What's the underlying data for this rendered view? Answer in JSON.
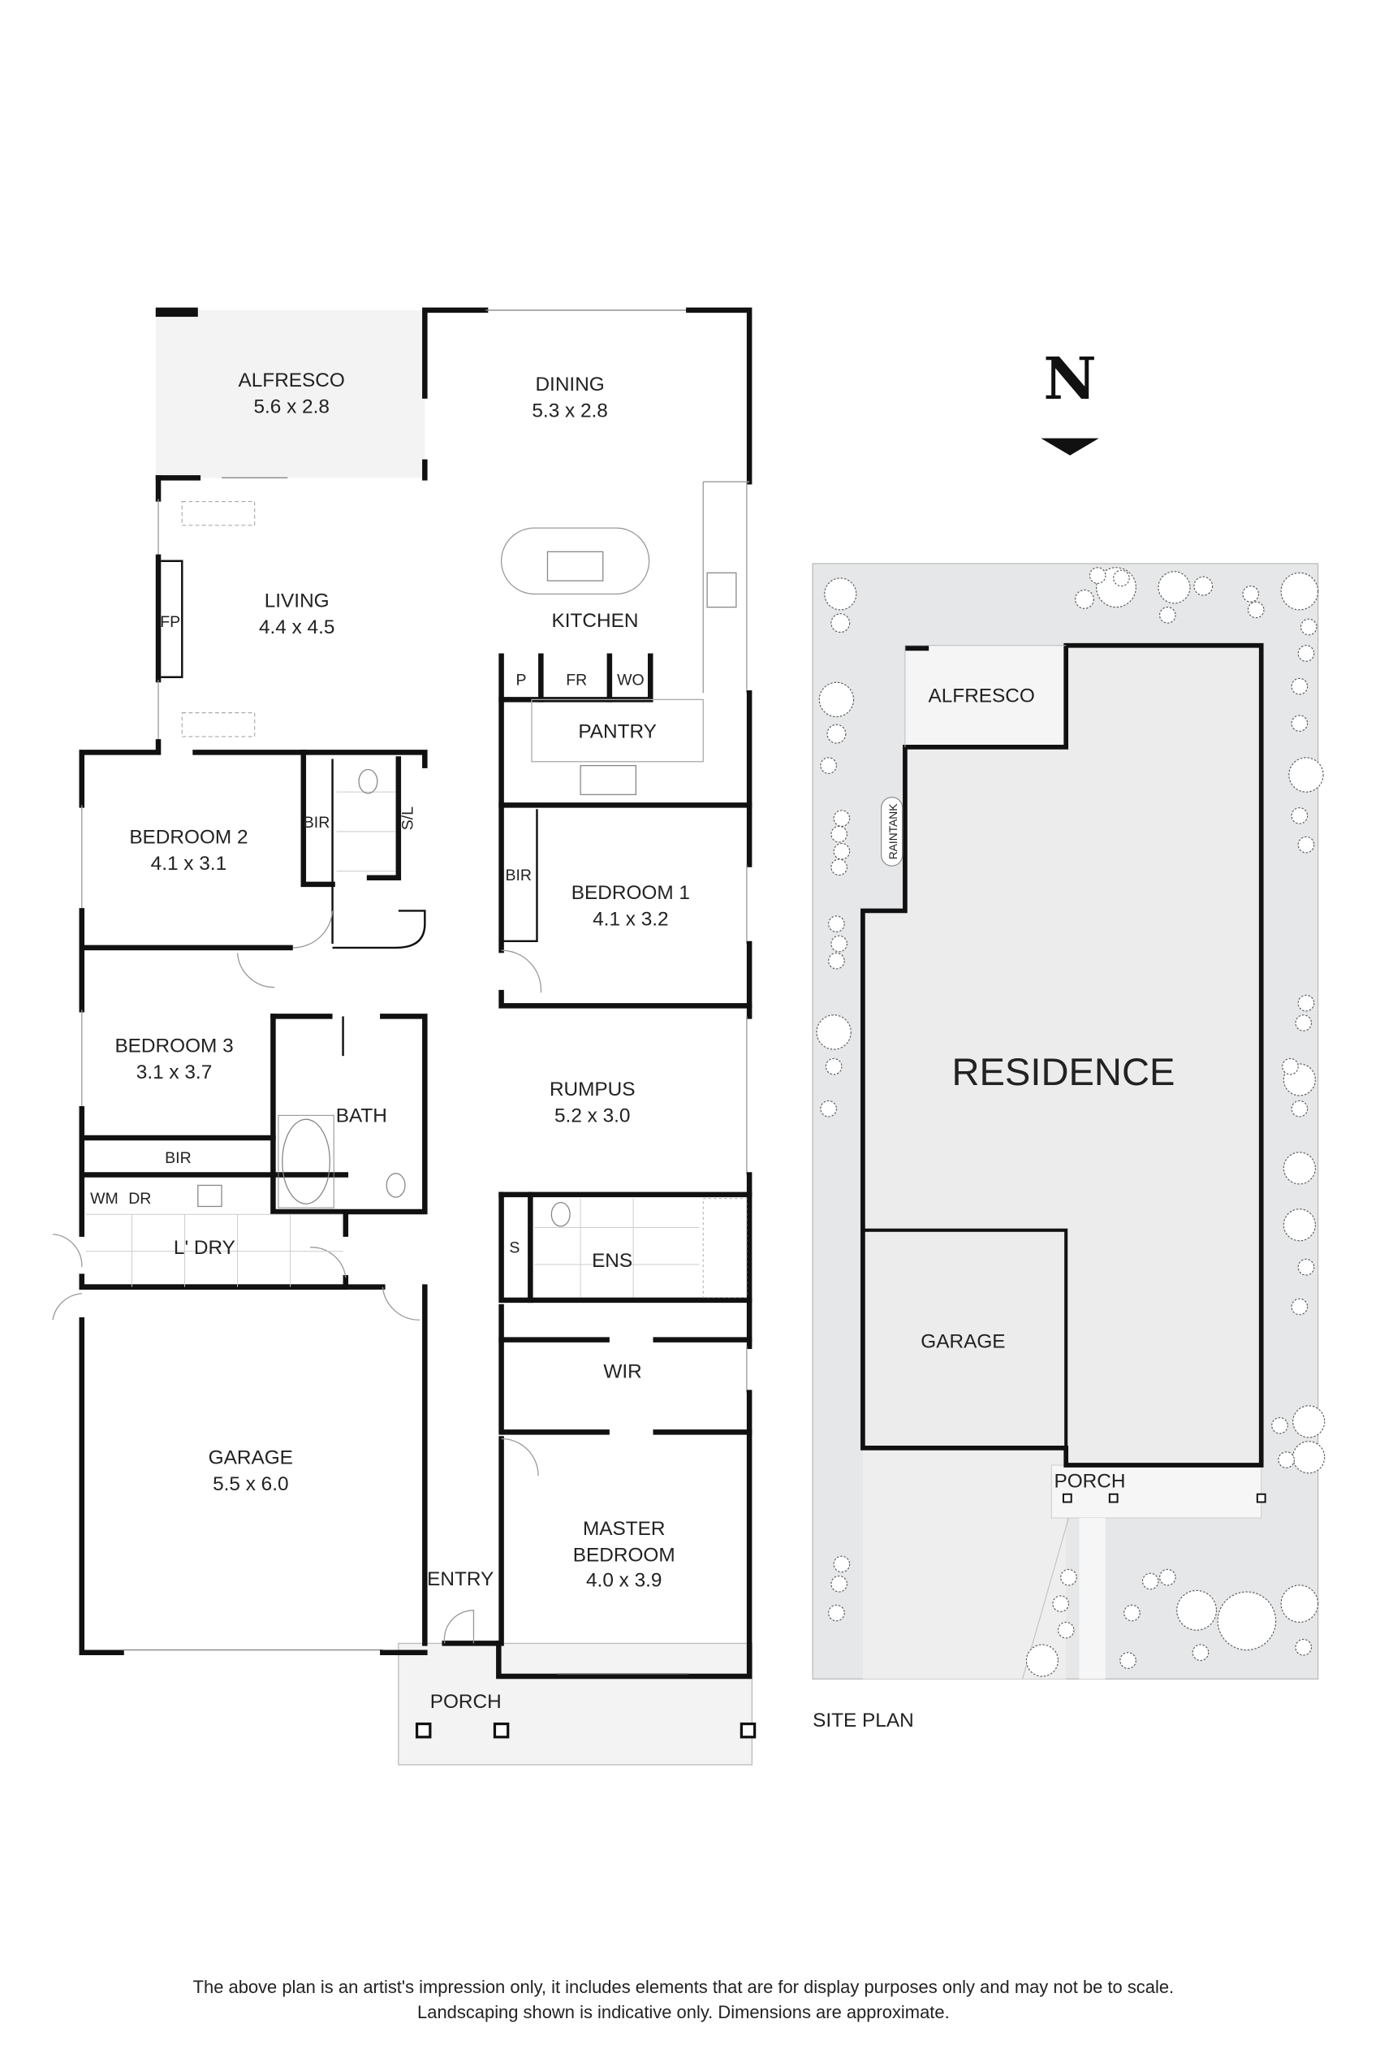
{
  "floor_plan": {
    "rooms": [
      {
        "name": "ALFRESCO",
        "size": "5.6 x 2.8"
      },
      {
        "name": "DINING",
        "size": "5.3 x 2.8"
      },
      {
        "name": "LIVING",
        "size": "4.4 x 4.5"
      },
      {
        "name": "KITCHEN",
        "size": ""
      },
      {
        "name": "PANTRY",
        "size": ""
      },
      {
        "name": "BEDROOM 2",
        "size": "4.1 x 3.1"
      },
      {
        "name": "BEDROOM 1",
        "size": "4.1 x 3.2"
      },
      {
        "name": "BEDROOM 3",
        "size": "3.1 x 3.7"
      },
      {
        "name": "RUMPUS",
        "size": "5.2 x 3.0"
      },
      {
        "name": "BATH",
        "size": ""
      },
      {
        "name": "L' DRY",
        "size": ""
      },
      {
        "name": "ENS",
        "size": ""
      },
      {
        "name": "WIR",
        "size": ""
      },
      {
        "name": "GARAGE",
        "size": "5.5 x 6.0"
      },
      {
        "name": "MASTER",
        "size": "BEDROOM"
      },
      {
        "name": "ENTRY",
        "size": ""
      },
      {
        "name": "PORCH",
        "size": ""
      }
    ],
    "master_size": "4.0 x 3.9",
    "small_labels": {
      "fp": "FP",
      "p": "P",
      "fr": "FR",
      "wo": "WO",
      "bir": "BIR",
      "sl": "S/L",
      "wm": "WM",
      "dr": "DR",
      "s": "S"
    }
  },
  "compass": {
    "label": "N"
  },
  "site_plan": {
    "title": "SITE PLAN",
    "residence": "RESIDENCE",
    "alfresco": "ALFRESCO",
    "garage": "GARAGE",
    "porch": "PORCH",
    "raintank": "RAINTANK"
  },
  "disclaimer": {
    "line1": "The above plan is an artist's impression only, it includes elements that are for display purposes only and may not be to scale.",
    "line2": "Landscaping shown is indicative only. Dimensions are approximate."
  },
  "colors": {
    "wall": "#111111",
    "outdoor": "#f3f3f3",
    "site_ground": "#e6e7e8",
    "building": "#ececec"
  }
}
